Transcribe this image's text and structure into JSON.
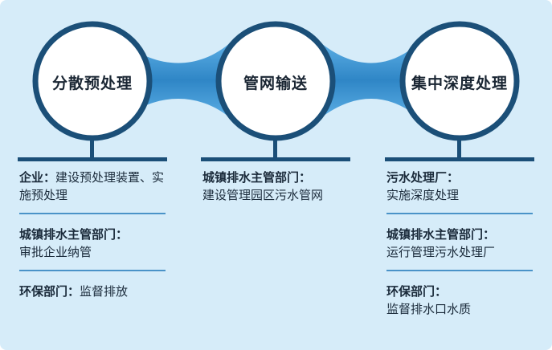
{
  "colors": {
    "panel": "#d6ecf9",
    "circle_fill": "#ffffff",
    "circle_ring": "#1b4f78",
    "connector": "#2f86c6",
    "line": "#1b4f78",
    "separator": "#4a93c8"
  },
  "stages": [
    {
      "label": "分散预处理"
    },
    {
      "label": "管网输送"
    },
    {
      "label": "集中深度处理"
    }
  ],
  "columns": [
    {
      "items": [
        {
          "head": "企业：",
          "text": "建设预处理装置、实施预处理"
        },
        {
          "head": "城镇排水主管部门：",
          "text": "审批企业纳管"
        },
        {
          "head": "环保部门：",
          "text": "监督排放"
        }
      ]
    },
    {
      "items": [
        {
          "head": "城镇排水主管部门：",
          "text": "建设管理园区污水管网"
        }
      ]
    },
    {
      "items": [
        {
          "head": "污水处理厂：",
          "text": "实施深度处理"
        },
        {
          "head": "城镇排水主管部门：",
          "text": "运行管理污水处理厂"
        },
        {
          "head": "环保部门：",
          "text": "监督排水口水质"
        }
      ]
    }
  ]
}
